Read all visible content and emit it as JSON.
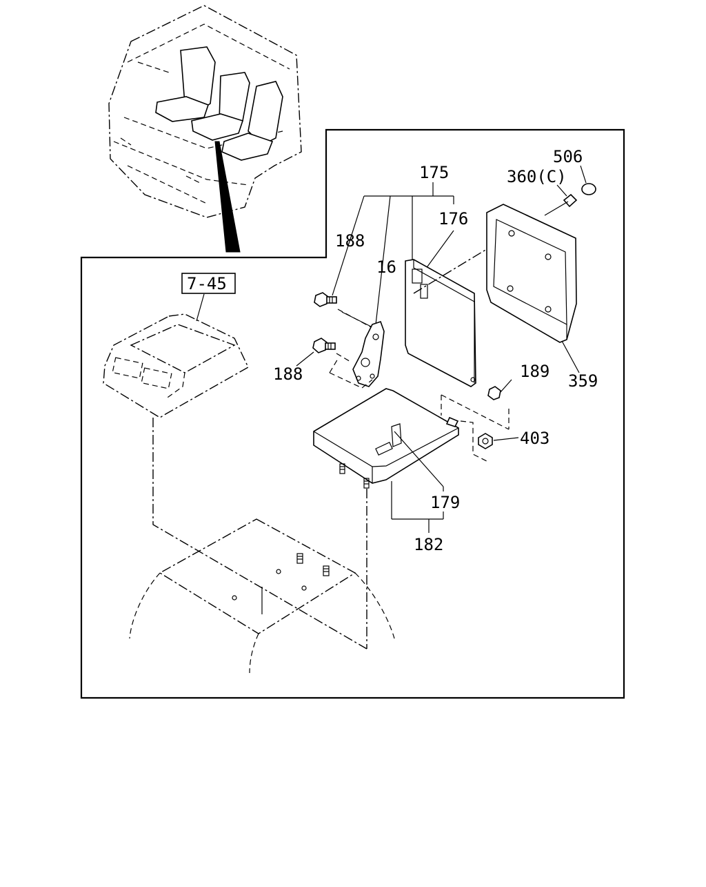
{
  "diagram": {
    "ref_box": "7-45",
    "callouts": {
      "p175": "175",
      "p176": "176",
      "p188a": "188",
      "p16": "16",
      "p188b": "188",
      "p506": "506",
      "p360": "360(C)",
      "p359": "359",
      "p189": "189",
      "p403": "403",
      "p179": "179",
      "p182": "182"
    }
  }
}
